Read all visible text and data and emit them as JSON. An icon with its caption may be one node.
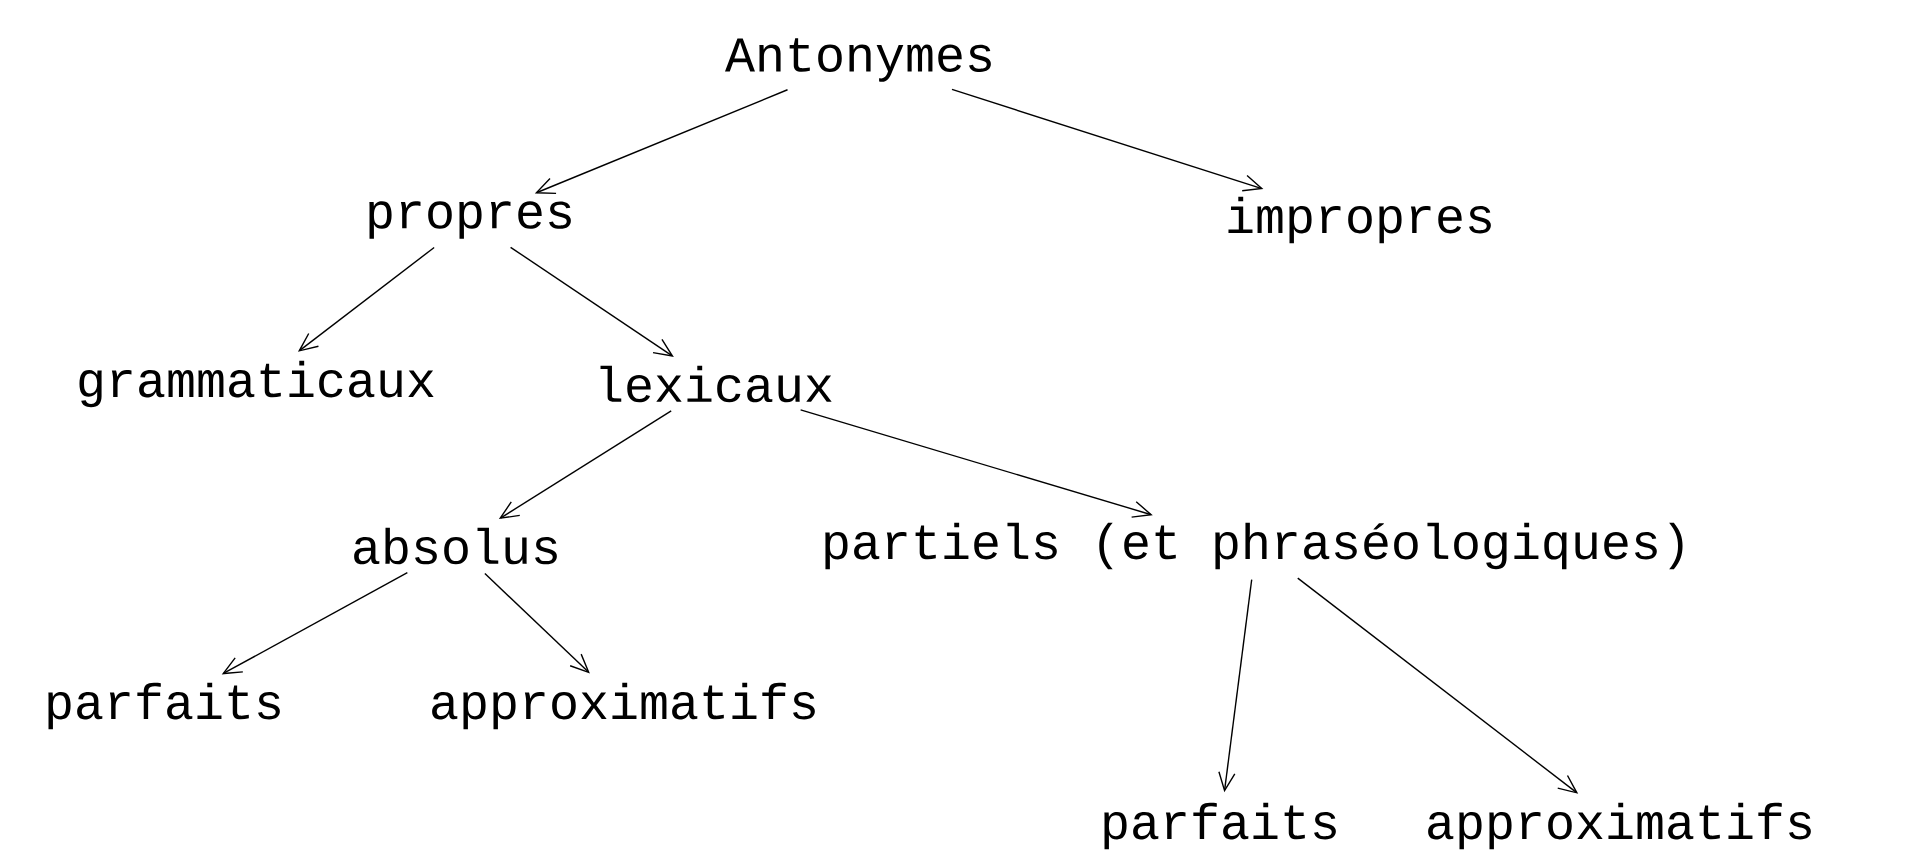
{
  "diagram": {
    "nodes": [
      {
        "text": [
          "Antonymes"
        ]
      },
      {
        "text": [
          "propres"
        ]
      },
      {
        "text": [
          "impropres"
        ]
      },
      {
        "text": [
          "grammaticaux"
        ]
      },
      {
        "text": [
          "lexicaux"
        ]
      },
      {
        "text": [
          "absolus"
        ]
      },
      {
        "text": [
          "partiels (et phraséologiques)"
        ]
      },
      {
        "text": [
          "parfaits"
        ]
      },
      {
        "text": [
          "approximatifs"
        ]
      },
      {
        "text": [
          "parfaits"
        ]
      },
      {
        "text": [
          "approximatifs"
        ]
      }
    ],
    "edges": [
      {
        "from": 0,
        "to": 1,
        "arrow": "to"
      },
      {
        "from": 0,
        "to": 2,
        "arrow": "to"
      },
      {
        "from": 1,
        "to": 3,
        "arrow": "to"
      },
      {
        "from": 1,
        "to": 4,
        "arrow": "to"
      },
      {
        "from": 4,
        "to": 5,
        "arrow": "to"
      },
      {
        "from": 4,
        "to": 6,
        "arrow": "to"
      },
      {
        "from": 5,
        "to": 7,
        "arrow": "to"
      },
      {
        "from": 5,
        "to": 8,
        "arrow": "to"
      },
      {
        "from": 6,
        "to": 9,
        "arrow": "to"
      },
      {
        "from": 6,
        "to": 10,
        "arrow": "to"
      }
    ]
  }
}
